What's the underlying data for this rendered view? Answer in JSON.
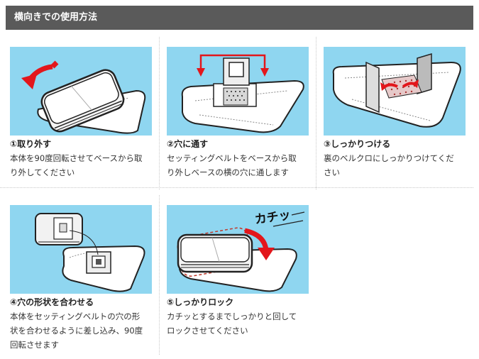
{
  "header": {
    "title": "横向きでの使用方法"
  },
  "steps": [
    {
      "title": "①取り外す",
      "lines": [
        "本体を90度回転させてベースから取",
        "り外してください"
      ]
    },
    {
      "title": "②穴に通す",
      "lines": [
        "セッティングベルトをベースから取",
        "り外しベースの横の穴に通します"
      ]
    },
    {
      "title": "③しっかりつける",
      "lines": [
        "裏のベルクロにしっかりつけてくだ",
        "さい"
      ]
    },
    {
      "title": "④穴の形状を合わせる",
      "lines": [
        "本体をセッティングベルトの穴の形",
        "状を合わせるように差し込み、90度",
        "回転させます"
      ]
    },
    {
      "title": "⑤しっかりロック",
      "lines": [
        "カチッとするまでしっかりと回して",
        "ロックさせてください"
      ]
    }
  ],
  "illustration": {
    "sound_effect": "カチッ"
  },
  "colors": {
    "panel_bg": "#8fd6f0",
    "header_bg": "#5a5a5a",
    "arrow": "#e3161b"
  }
}
